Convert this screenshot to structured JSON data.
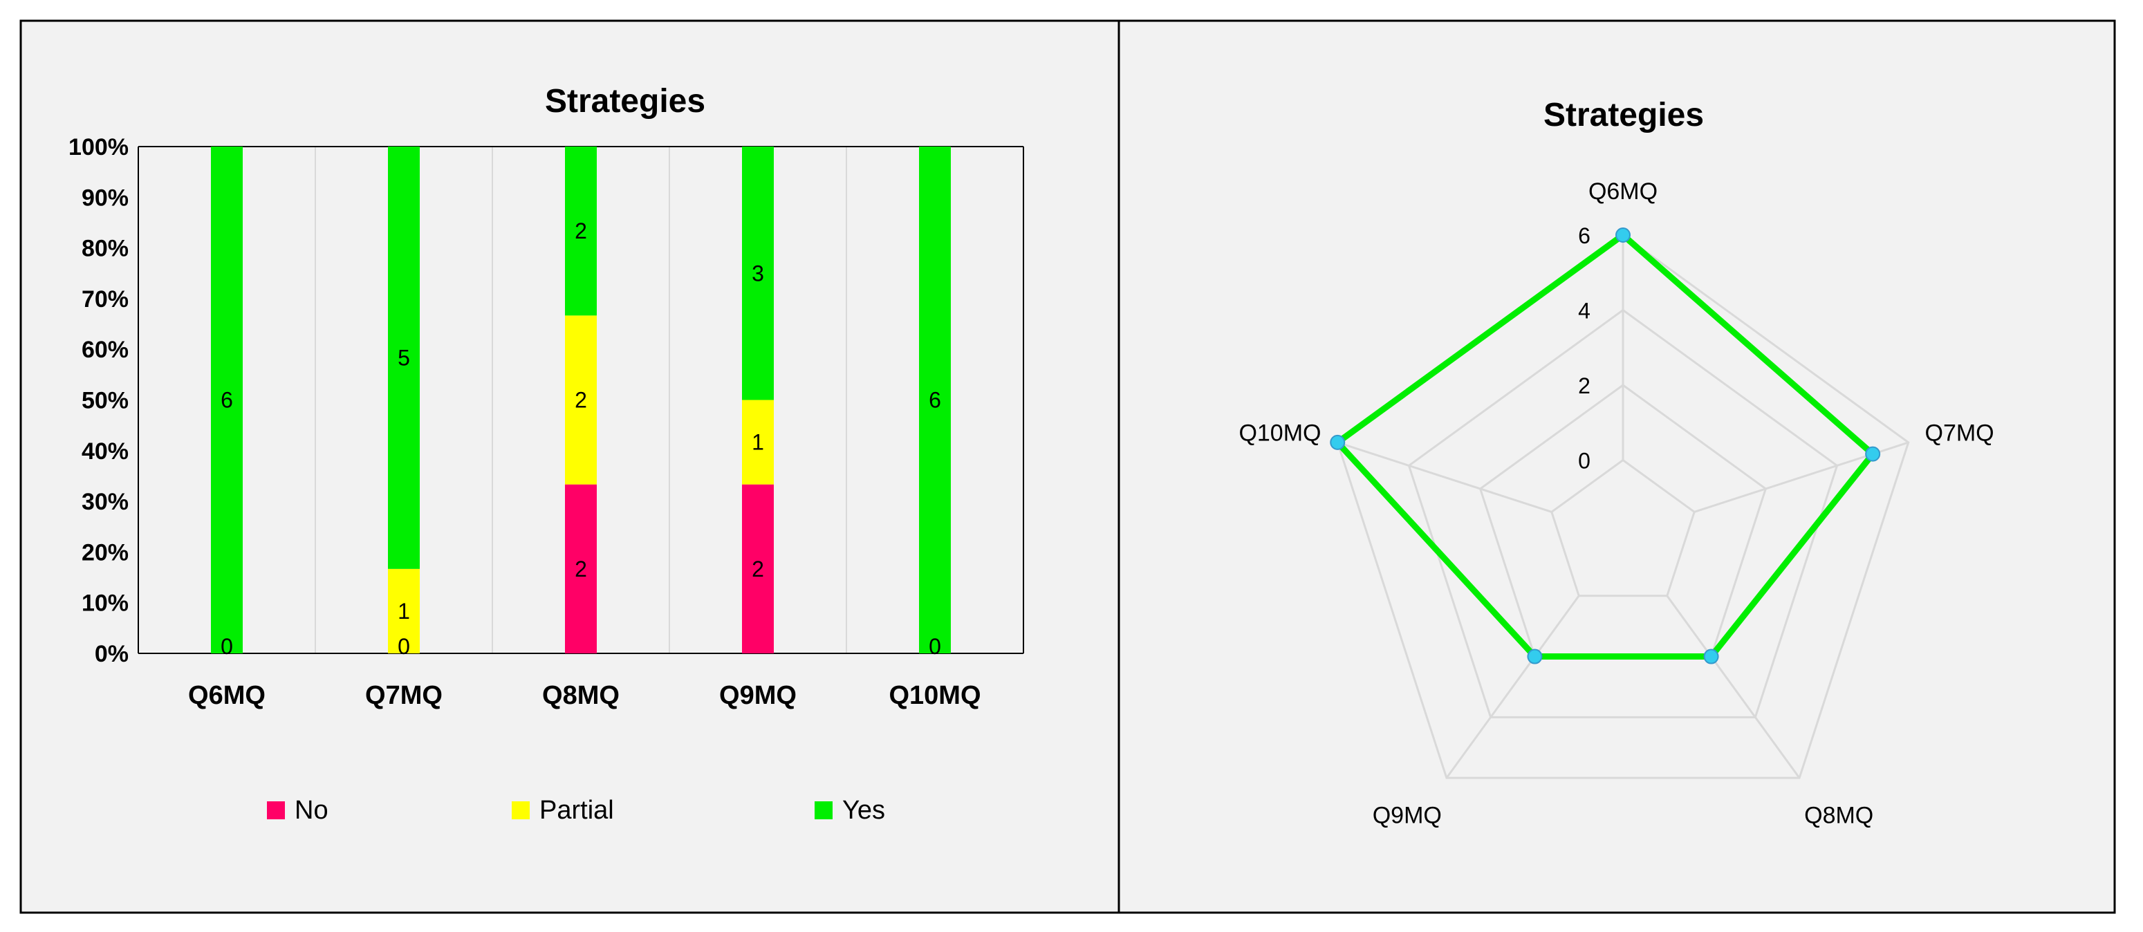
{
  "colors": {
    "no": "#ff0066",
    "partial": "#ffff00",
    "yes": "#00ee00",
    "marker": "#33ccee",
    "panel_bg": "#f2f2f2",
    "grid": "#d9d9d9",
    "border": "#000000"
  },
  "chart_data": [
    {
      "type": "bar",
      "stacked": true,
      "normalized": true,
      "title": "Strategies",
      "categories": [
        "Q6MQ",
        "Q7MQ",
        "Q8MQ",
        "Q9MQ",
        "Q10MQ"
      ],
      "series": [
        {
          "name": "No",
          "values": [
            0,
            0,
            2,
            2,
            0
          ],
          "data_labels": [
            "0",
            "0",
            "2",
            "2",
            "0"
          ]
        },
        {
          "name": "Partial",
          "values": [
            0,
            1,
            2,
            1,
            0
          ],
          "data_labels": [
            "",
            "1",
            "2",
            "1",
            ""
          ]
        },
        {
          "name": "Yes",
          "values": [
            6,
            5,
            2,
            3,
            6
          ],
          "data_labels": [
            "6",
            "5",
            "2",
            "3",
            "6"
          ]
        }
      ],
      "yaxis_ticks": [
        "0%",
        "10%",
        "20%",
        "30%",
        "40%",
        "50%",
        "60%",
        "70%",
        "80%",
        "90%",
        "100%"
      ],
      "ylim": [
        0,
        1
      ],
      "grid": "vertical",
      "legend_position": "bottom"
    },
    {
      "type": "radar",
      "title": "Strategies",
      "categories": [
        "Q6MQ",
        "Q7MQ",
        "Q8MQ",
        "Q9MQ",
        "Q10MQ"
      ],
      "values": [
        6,
        5,
        2,
        2,
        6
      ],
      "rlim": [
        -2,
        6
      ],
      "radial_ticks": [
        "0",
        "2",
        "4",
        "6"
      ],
      "radial_tick_values": [
        0,
        2,
        4,
        6
      ]
    }
  ]
}
